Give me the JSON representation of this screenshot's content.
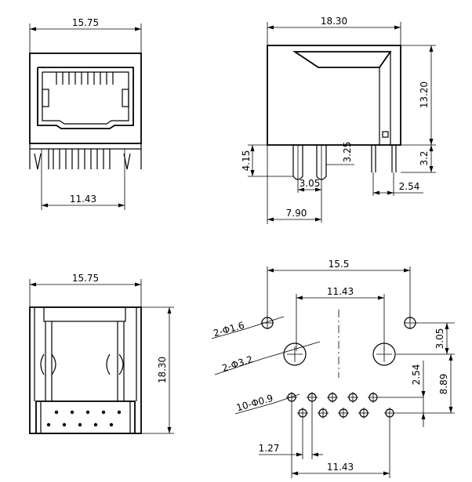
{
  "views": {
    "front": {
      "width": "15.75",
      "pin_span": "11.43"
    },
    "side": {
      "length": "18.30",
      "height": "13.20",
      "post_len": "4.15",
      "post_dia": "3.25",
      "post_pitch": "3.05",
      "post_offset": "7.90",
      "pin_len": "3.2",
      "pin_pitch": "2.54"
    },
    "bottom": {
      "width": "15.75",
      "length": "18.30"
    },
    "footprint": {
      "overall": "15.5",
      "post_span": "11.43",
      "hole_small": "2-Φ1.6",
      "hole_large": "2-Φ3.2",
      "pin_holes": "10-Φ0.9",
      "dim_305": "3.05",
      "dim_254": "2.54",
      "dim_889": "8.89",
      "dim_127": "1.27",
      "pin_span": "11.43"
    }
  }
}
